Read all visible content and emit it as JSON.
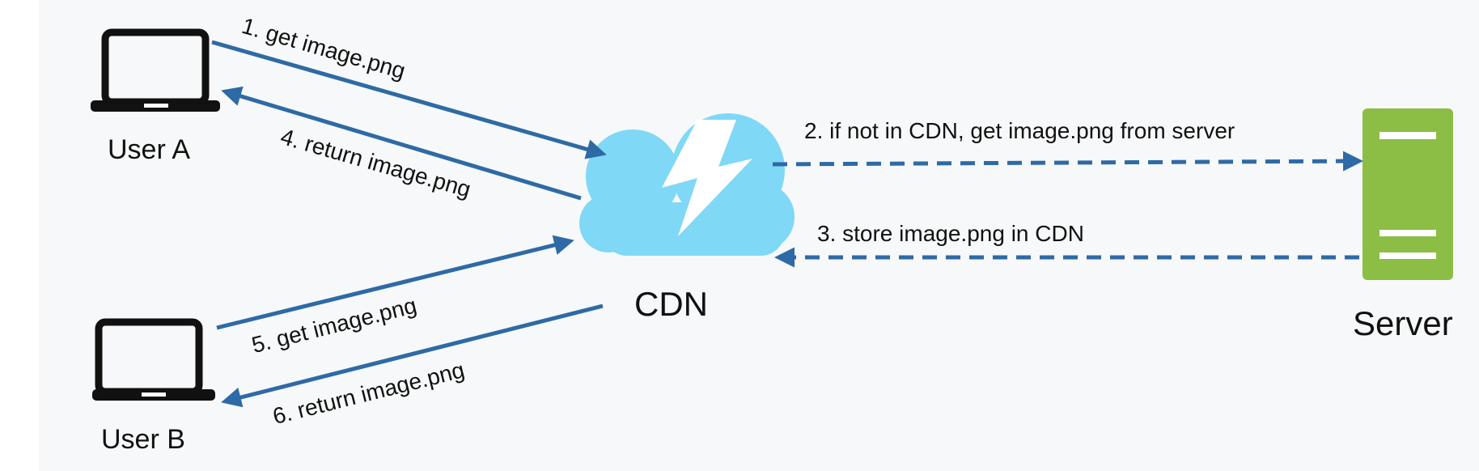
{
  "nodes": {
    "user_a": {
      "label": "User A",
      "icon": "laptop-icon"
    },
    "user_b": {
      "label": "User B",
      "icon": "laptop-icon"
    },
    "cdn": {
      "label": "CDN",
      "icon": "cloud-lightning-icon"
    },
    "server": {
      "label": "Server",
      "icon": "server-icon"
    }
  },
  "edges": [
    {
      "label": "1. get image.png",
      "from": "User A",
      "to": "CDN",
      "style": "solid"
    },
    {
      "label": "2. if not in CDN, get image.png from server",
      "from": "CDN",
      "to": "Server",
      "style": "dashed"
    },
    {
      "label": "3. store image.png in CDN",
      "from": "Server",
      "to": "CDN",
      "style": "dashed"
    },
    {
      "label": "4. return image.png",
      "from": "CDN",
      "to": "User A",
      "style": "solid"
    },
    {
      "label": "5. get image.png",
      "from": "User B",
      "to": "CDN",
      "style": "solid"
    },
    {
      "label": "6. return image.png",
      "from": "CDN",
      "to": "User B",
      "style": "solid"
    }
  ],
  "colors": {
    "arrow": "#2e6aa5",
    "cloud": "#7fd8f6",
    "server": "#8cbd45",
    "laptop": "#111111"
  }
}
